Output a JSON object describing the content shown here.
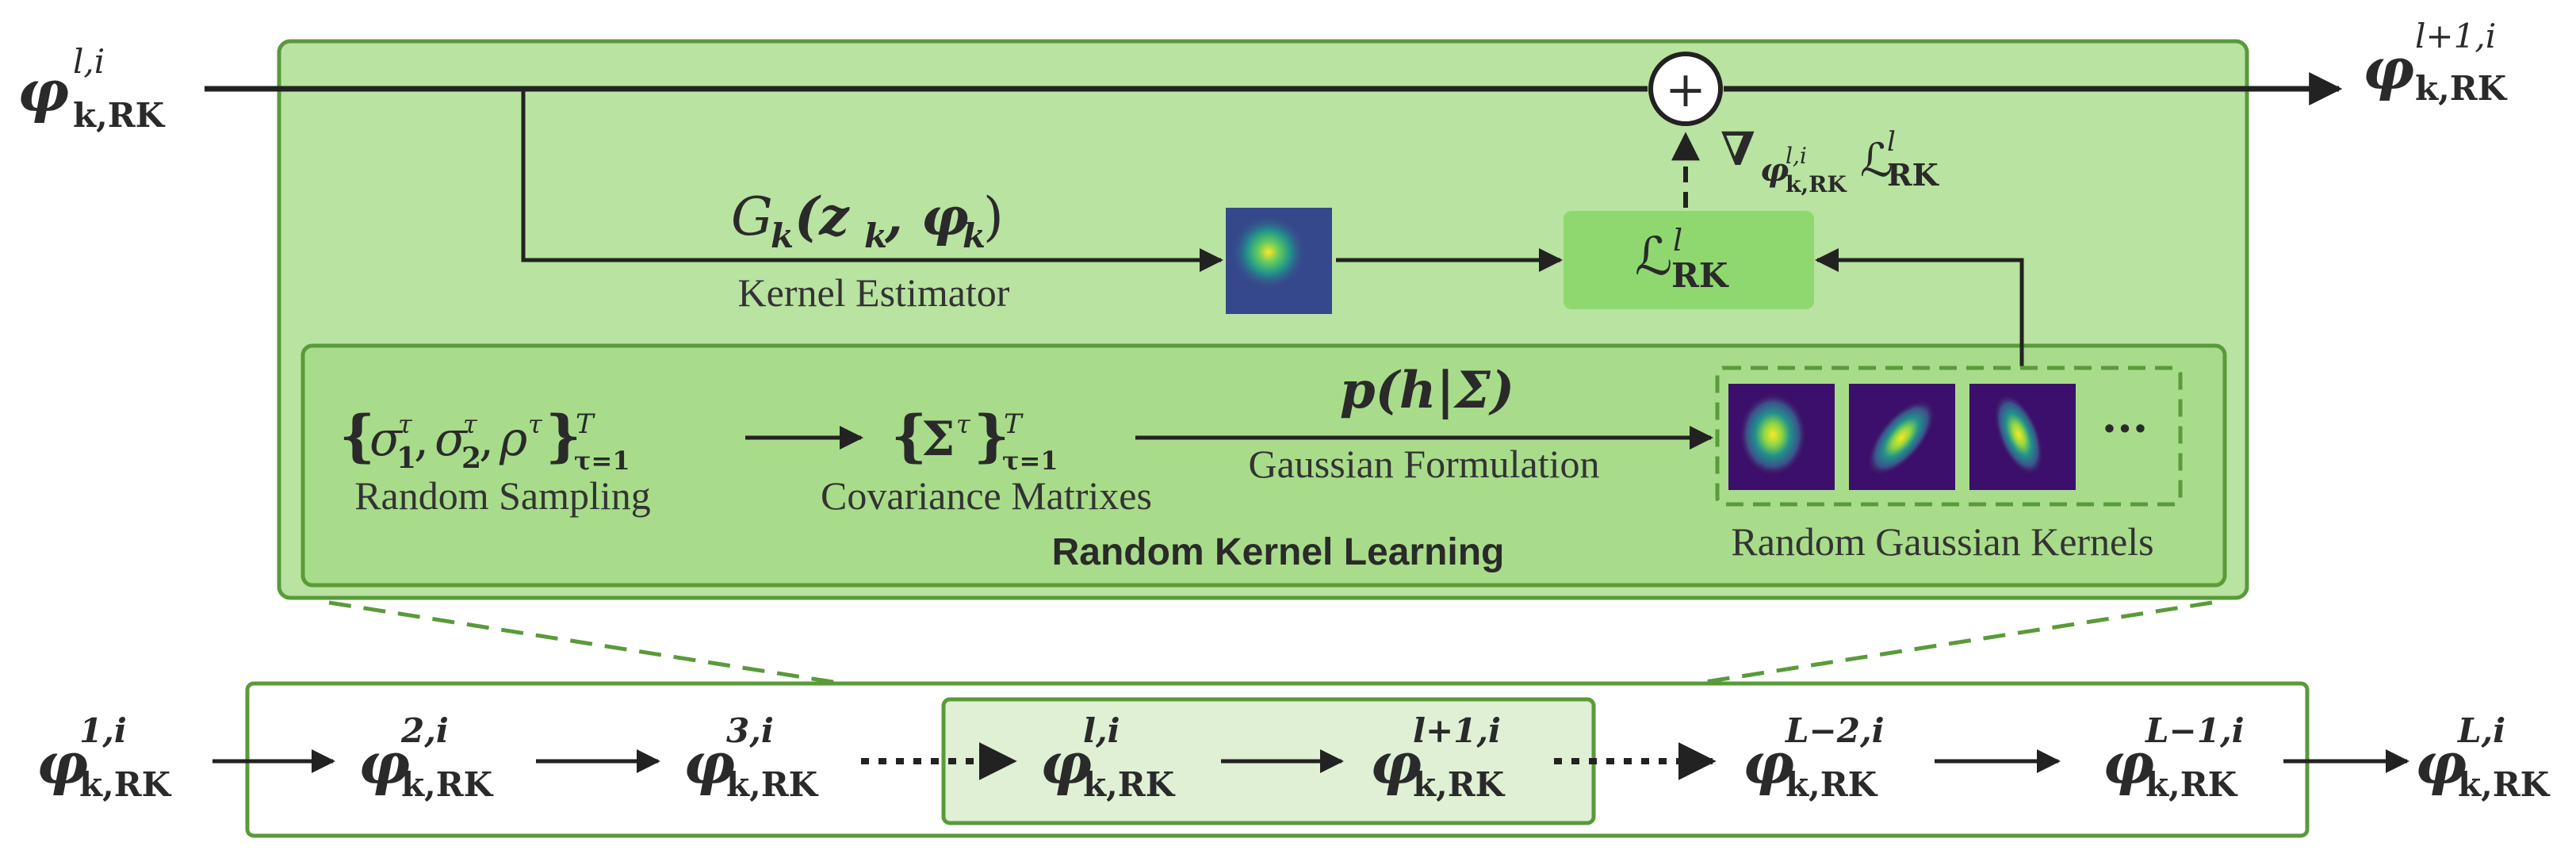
{
  "top_input": {
    "base": "φ",
    "sub": "k,RK",
    "sup": "l,i"
  },
  "top_output": {
    "base": "φ",
    "sub": "k,RK",
    "sup": "l+1,i"
  },
  "plus_symbol": "+",
  "gradient": {
    "nabla": "∇",
    "phi_sub": "φ",
    "phi_subsub": "k,RK",
    "phi_subsup": "l,i",
    "loss": "ℒ",
    "loss_sub": "RK",
    "loss_sup": "l"
  },
  "kernel_estimator": {
    "formula_g": "G",
    "formula_k": "k",
    "formula_args": "(z",
    "formula_mid": ", φ",
    "formula_end": ")",
    "label": "Kernel Estimator"
  },
  "loss_box": {
    "symbol": "ℒ",
    "sub": "RK",
    "sup": "l"
  },
  "rkl": {
    "title": "Random Kernel Learning",
    "sampling": {
      "formula": "{σ",
      "label": "Random Sampling"
    },
    "covariance": {
      "formula": "{Σ",
      "label": "Covariance Matrixes"
    },
    "gaussian": {
      "formula": "p(h|Σ)",
      "label": "Gaussian Formulation"
    },
    "kernels": {
      "ellipsis": "···",
      "label": "Random Gaussian Kernels"
    }
  },
  "chain": {
    "nodes": [
      {
        "sup": "1,i"
      },
      {
        "sup": "2,i"
      },
      {
        "sup": "3,i"
      },
      {
        "sup": "l,i"
      },
      {
        "sup": "l+1,i"
      },
      {
        "sup": "L−2,i"
      },
      {
        "sup": "L−1,i"
      },
      {
        "sup": "L,i"
      }
    ],
    "base": "φ",
    "sub": "k,RK"
  },
  "colors": {
    "outer_box": "#b9e3a0",
    "inner_box": "#a8dc8a",
    "border": "#5a9a3a",
    "loss_box": "#8fd86f",
    "chain_highlight": "#dff0d4",
    "kernel_dark": "#3b0f6b"
  }
}
